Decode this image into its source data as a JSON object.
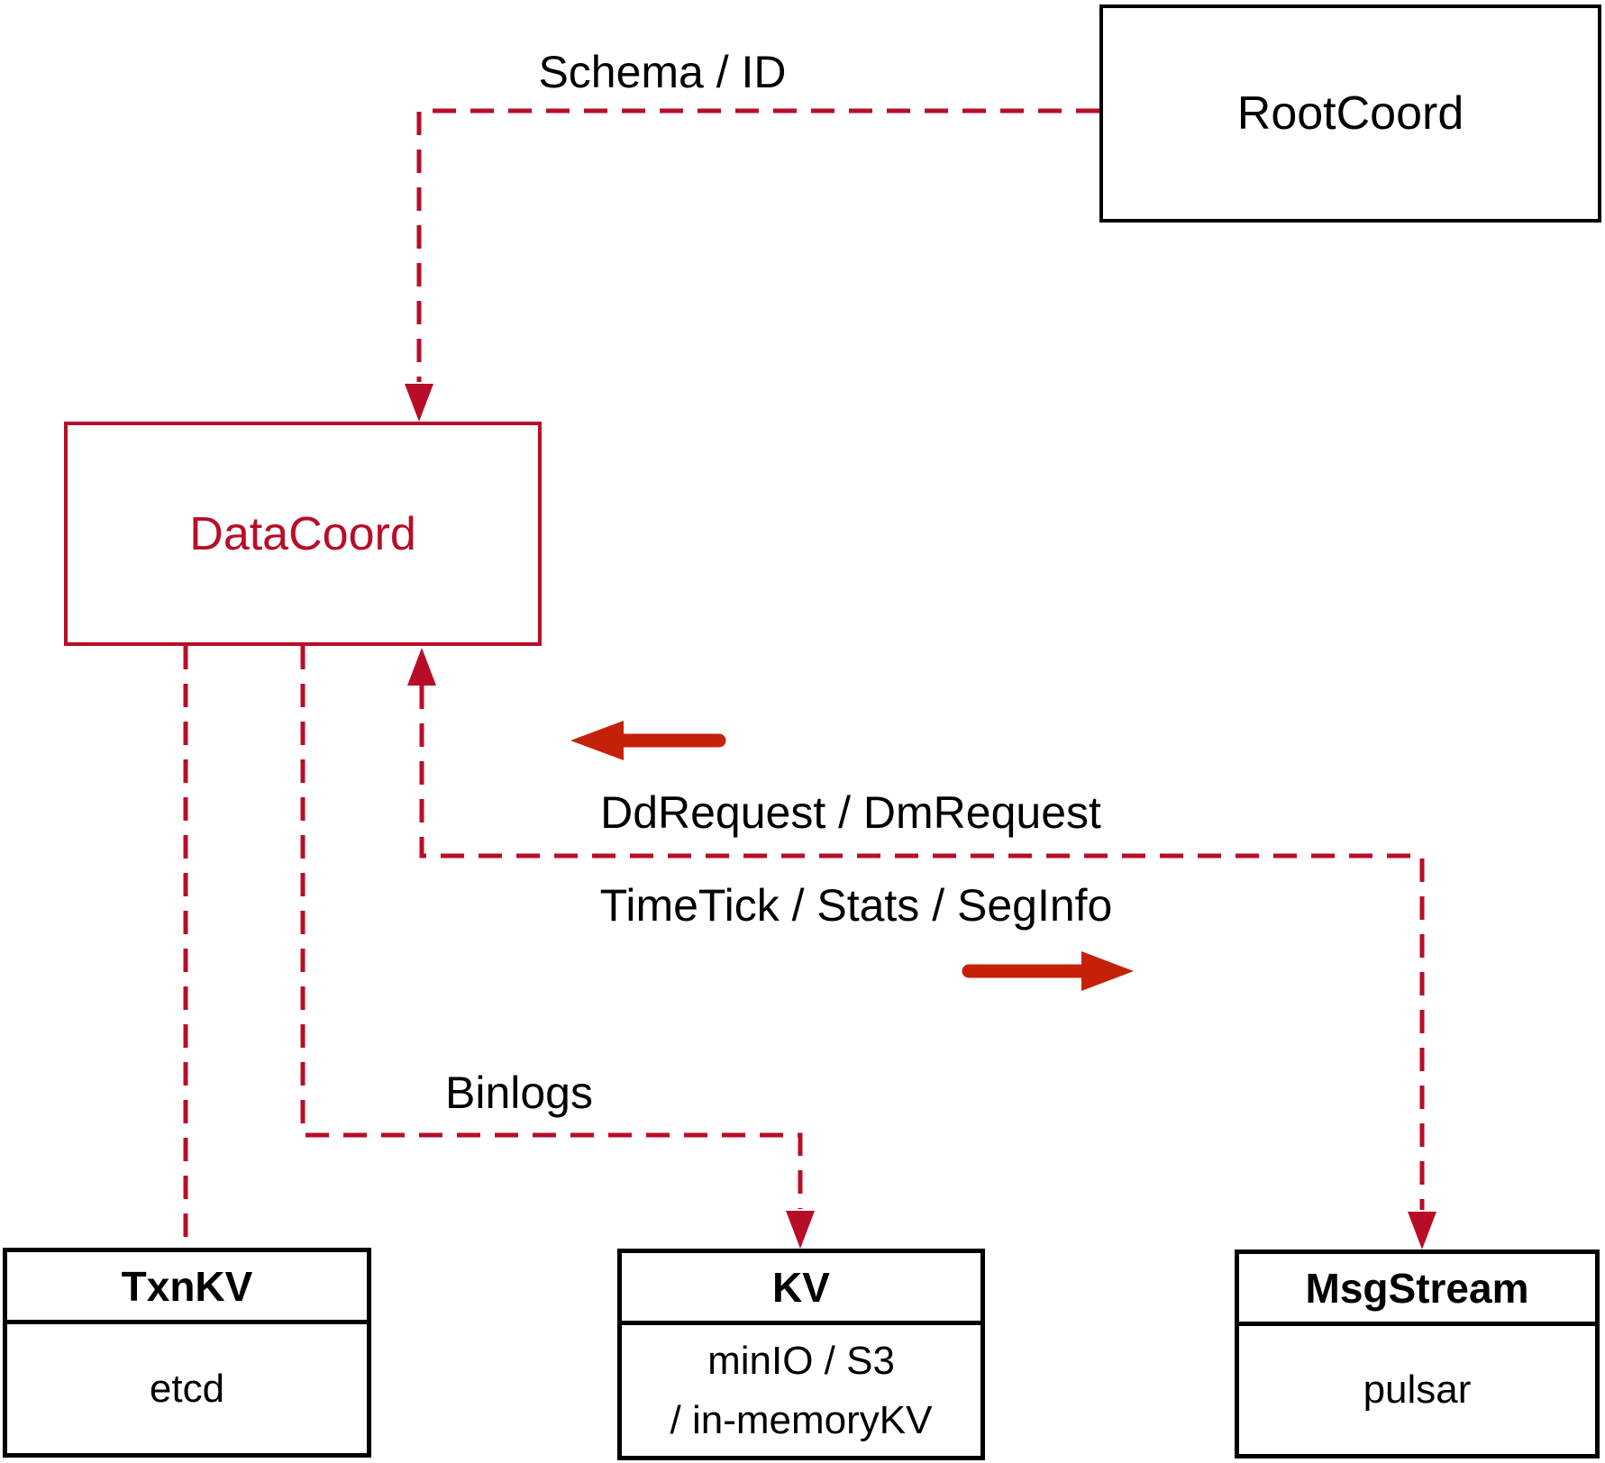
{
  "diagram": {
    "nodes": {
      "rootcoord": {
        "label": "RootCoord"
      },
      "datacoord": {
        "label": "DataCoord"
      },
      "txnkv": {
        "header": "TxnKV",
        "body": "etcd"
      },
      "kv": {
        "header": "KV",
        "body_line1": "minIO / S3",
        "body_line2": "/ in-memoryKV"
      },
      "msgstream": {
        "header": "MsgStream",
        "body": "pulsar"
      }
    },
    "edge_labels": {
      "schema_id": "Schema / ID",
      "dd_dm_request": "DdRequest / DmRequest",
      "timetick_stats_seginfo": "TimeTick / Stats / SegInfo",
      "binlogs": "Binlogs"
    },
    "colors": {
      "dashed_connector": "#b80d28",
      "solid_arrow": "#c42108",
      "datacoord_accent": "#b80d28",
      "default_border": "#000000",
      "background": "#ffffff",
      "text": "#000000"
    }
  }
}
